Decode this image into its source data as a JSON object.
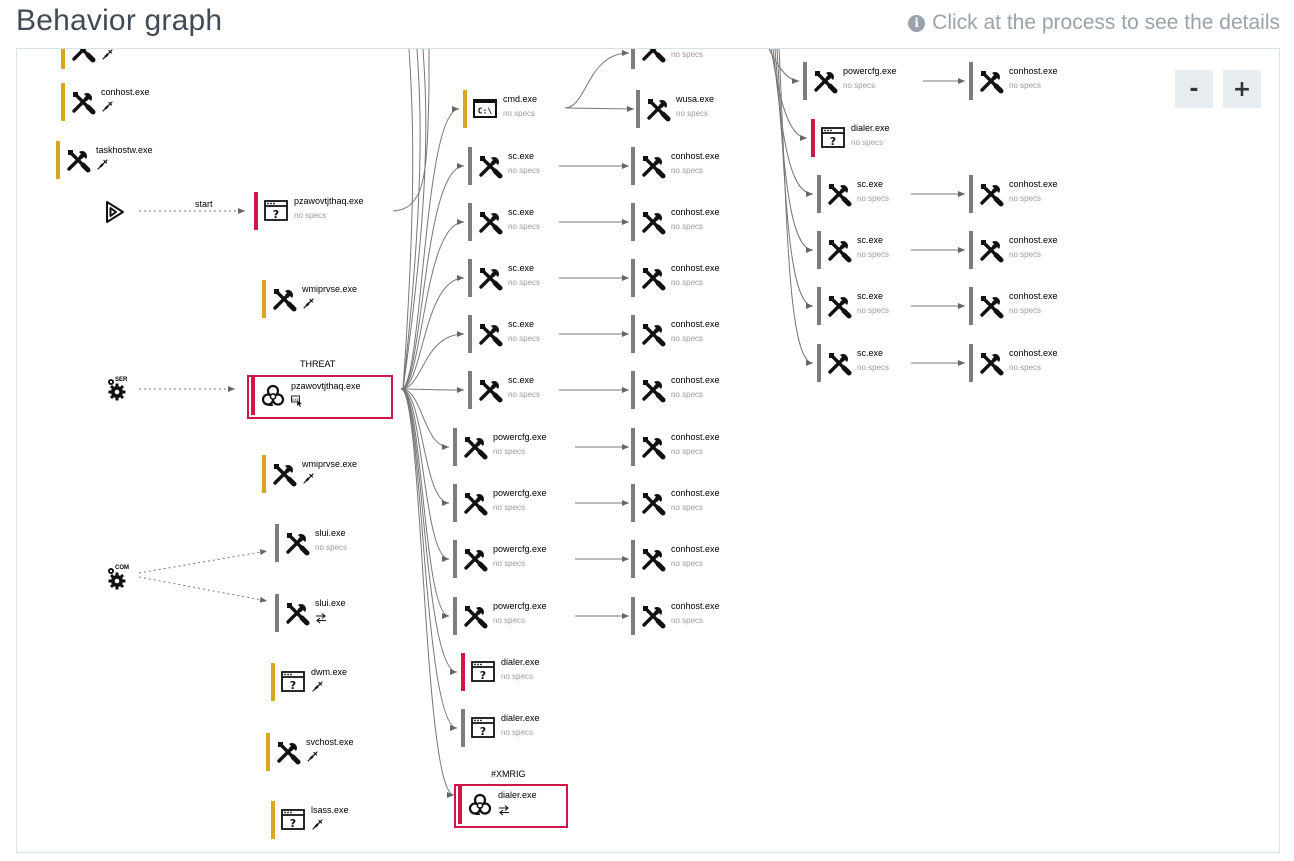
{
  "header": {
    "title": "Behavior graph",
    "hint": "Click at the process to see the details",
    "hint_icon": "info-icon"
  },
  "zoom": {
    "minus": "-",
    "plus": "+"
  },
  "labels": {
    "start": "start",
    "threat": "THREAT",
    "xmrig": "#XMRIG"
  },
  "colors": {
    "gold": "#d8a524",
    "gray": "#7d7d7d",
    "red": "#d01848",
    "border": "#d5e3e8"
  },
  "sources": [
    {
      "id": "start-source",
      "icon": "play-icon",
      "tag": ""
    },
    {
      "id": "service-source",
      "icon": "gear-icon",
      "tag": "SER"
    },
    {
      "id": "com-source",
      "icon": "gear-icon",
      "tag": "COM"
    }
  ],
  "nodes": [
    {
      "id": "n_top_partial",
      "name": "",
      "sub": "",
      "subicon": "syringe-icon",
      "icon": "tools-icon",
      "bar": "gold"
    },
    {
      "id": "n_conhost_left",
      "name": "conhost.exe",
      "sub": "",
      "subicon": "syringe-icon",
      "icon": "tools-icon",
      "bar": "gold"
    },
    {
      "id": "n_taskhostw",
      "name": "taskhostw.exe",
      "sub": "",
      "subicon": "syringe-icon",
      "icon": "tools-icon",
      "bar": "gold"
    },
    {
      "id": "n_pz1",
      "name": "pzawovtjthaq.exe",
      "sub": "no specs",
      "subicon": "",
      "icon": "window-question-icon",
      "bar": "red"
    },
    {
      "id": "n_wmi1",
      "name": "wmiprvse.exe",
      "sub": "",
      "subicon": "syringe-icon",
      "icon": "tools-icon",
      "bar": "gold"
    },
    {
      "id": "n_pz2",
      "name": "pzawovtjthaq.exe",
      "sub": "",
      "subicon": "exe-cursor-icon",
      "icon": "biohazard-icon",
      "bar": "red"
    },
    {
      "id": "n_wmi2",
      "name": "wmiprvse.exe",
      "sub": "",
      "subicon": "syringe-icon",
      "icon": "tools-icon",
      "bar": "gold"
    },
    {
      "id": "n_slui1",
      "name": "slui.exe",
      "sub": "no specs",
      "subicon": "",
      "icon": "tools-icon",
      "bar": "gray"
    },
    {
      "id": "n_slui2",
      "name": "slui.exe",
      "sub": "",
      "subicon": "arrows-icon",
      "icon": "tools-icon",
      "bar": "gray"
    },
    {
      "id": "n_dwm",
      "name": "dwm.exe",
      "sub": "",
      "subicon": "syringe-icon",
      "icon": "window-question-icon",
      "bar": "gold"
    },
    {
      "id": "n_svchost",
      "name": "svchost.exe",
      "sub": "",
      "subicon": "syringe-icon",
      "icon": "tools-icon",
      "bar": "gold"
    },
    {
      "id": "n_lsass",
      "name": "lsass.exe",
      "sub": "",
      "subicon": "syringe-icon",
      "icon": "window-question-icon",
      "bar": "gold"
    },
    {
      "id": "n_cmd",
      "name": "cmd.exe",
      "sub": "no specs",
      "subicon": "",
      "icon": "terminal-icon",
      "bar": "gold"
    },
    {
      "id": "n_sc1",
      "name": "sc.exe",
      "sub": "no specs",
      "subicon": "",
      "icon": "tools-icon",
      "bar": "gray"
    },
    {
      "id": "n_sc2",
      "name": "sc.exe",
      "sub": "no specs",
      "subicon": "",
      "icon": "tools-icon",
      "bar": "gray"
    },
    {
      "id": "n_sc3",
      "name": "sc.exe",
      "sub": "no specs",
      "subicon": "",
      "icon": "tools-icon",
      "bar": "gray"
    },
    {
      "id": "n_sc4",
      "name": "sc.exe",
      "sub": "no specs",
      "subicon": "",
      "icon": "tools-icon",
      "bar": "gray"
    },
    {
      "id": "n_sc5",
      "name": "sc.exe",
      "sub": "no specs",
      "subicon": "",
      "icon": "tools-icon",
      "bar": "gray"
    },
    {
      "id": "n_pcfg1",
      "name": "powercfg.exe",
      "sub": "no specs",
      "subicon": "",
      "icon": "tools-icon",
      "bar": "gray"
    },
    {
      "id": "n_pcfg2",
      "name": "powercfg.exe",
      "sub": "no specs",
      "subicon": "",
      "icon": "tools-icon",
      "bar": "gray"
    },
    {
      "id": "n_pcfg3",
      "name": "powercfg.exe",
      "sub": "no specs",
      "subicon": "",
      "icon": "tools-icon",
      "bar": "gray"
    },
    {
      "id": "n_pcfg4",
      "name": "powercfg.exe",
      "sub": "no specs",
      "subicon": "",
      "icon": "tools-icon",
      "bar": "gray"
    },
    {
      "id": "n_dialer1",
      "name": "dialer.exe",
      "sub": "no specs",
      "subicon": "",
      "icon": "window-question-icon",
      "bar": "red"
    },
    {
      "id": "n_dialer2",
      "name": "dialer.exe",
      "sub": "no specs",
      "subicon": "",
      "icon": "window-question-icon",
      "bar": "gray"
    },
    {
      "id": "n_dialer3",
      "name": "dialer.exe",
      "sub": "",
      "subicon": "arrows-icon",
      "icon": "biohazard-icon",
      "bar": "red"
    },
    {
      "id": "n_c3_top",
      "name": "",
      "sub": "no specs",
      "subicon": "",
      "icon": "tools-icon",
      "bar": "gray"
    },
    {
      "id": "n_wusa",
      "name": "wusa.exe",
      "sub": "no specs",
      "subicon": "",
      "icon": "tools-icon",
      "bar": "gray"
    },
    {
      "id": "n_ch1",
      "name": "conhost.exe",
      "sub": "no specs",
      "subicon": "",
      "icon": "tools-icon",
      "bar": "gray"
    },
    {
      "id": "n_ch2",
      "name": "conhost.exe",
      "sub": "no specs",
      "subicon": "",
      "icon": "tools-icon",
      "bar": "gray"
    },
    {
      "id": "n_ch3",
      "name": "conhost.exe",
      "sub": "no specs",
      "subicon": "",
      "icon": "tools-icon",
      "bar": "gray"
    },
    {
      "id": "n_ch4",
      "name": "conhost.exe",
      "sub": "no specs",
      "subicon": "",
      "icon": "tools-icon",
      "bar": "gray"
    },
    {
      "id": "n_ch5",
      "name": "conhost.exe",
      "sub": "no specs",
      "subicon": "",
      "icon": "tools-icon",
      "bar": "gray"
    },
    {
      "id": "n_ch6",
      "name": "conhost.exe",
      "sub": "no specs",
      "subicon": "",
      "icon": "tools-icon",
      "bar": "gray"
    },
    {
      "id": "n_ch7",
      "name": "conhost.exe",
      "sub": "no specs",
      "subicon": "",
      "icon": "tools-icon",
      "bar": "gray"
    },
    {
      "id": "n_ch8",
      "name": "conhost.exe",
      "sub": "no specs",
      "subicon": "",
      "icon": "tools-icon",
      "bar": "gray"
    },
    {
      "id": "n_ch9",
      "name": "conhost.exe",
      "sub": "no specs",
      "subicon": "",
      "icon": "tools-icon",
      "bar": "gray"
    },
    {
      "id": "n_pcfg5",
      "name": "powercfg.exe",
      "sub": "no specs",
      "subicon": "",
      "icon": "tools-icon",
      "bar": "gray"
    },
    {
      "id": "n_dialer4",
      "name": "dialer.exe",
      "sub": "no specs",
      "subicon": "",
      "icon": "window-question-icon",
      "bar": "red"
    },
    {
      "id": "n_sc6",
      "name": "sc.exe",
      "sub": "no specs",
      "subicon": "",
      "icon": "tools-icon",
      "bar": "gray"
    },
    {
      "id": "n_sc7",
      "name": "sc.exe",
      "sub": "no specs",
      "subicon": "",
      "icon": "tools-icon",
      "bar": "gray"
    },
    {
      "id": "n_sc8",
      "name": "sc.exe",
      "sub": "no specs",
      "subicon": "",
      "icon": "tools-icon",
      "bar": "gray"
    },
    {
      "id": "n_sc9",
      "name": "sc.exe",
      "sub": "no specs",
      "subicon": "",
      "icon": "tools-icon",
      "bar": "gray"
    },
    {
      "id": "n_ch10",
      "name": "conhost.exe",
      "sub": "no specs",
      "subicon": "",
      "icon": "tools-icon",
      "bar": "gray"
    },
    {
      "id": "n_ch11",
      "name": "conhost.exe",
      "sub": "no specs",
      "subicon": "",
      "icon": "tools-icon",
      "bar": "gray"
    },
    {
      "id": "n_ch12",
      "name": "conhost.exe",
      "sub": "no specs",
      "subicon": "",
      "icon": "tools-icon",
      "bar": "gray"
    },
    {
      "id": "n_ch13",
      "name": "conhost.exe",
      "sub": "no specs",
      "subicon": "",
      "icon": "tools-icon",
      "bar": "gray"
    },
    {
      "id": "n_ch14",
      "name": "conhost.exe",
      "sub": "no specs",
      "subicon": "",
      "icon": "tools-icon",
      "bar": "gray"
    }
  ]
}
